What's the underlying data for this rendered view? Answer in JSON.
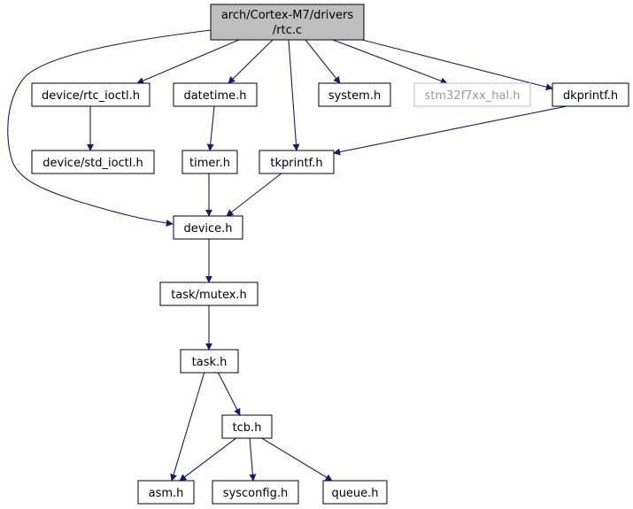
{
  "graph": {
    "root": {
      "line1": "arch/Cortex-M7/drivers",
      "line2": "/rtc.c",
      "fill": "#bfbfbf"
    },
    "nodes": {
      "rtc_ioctl": "device/rtc_ioctl.h",
      "datetime": "datetime.h",
      "system": "system.h",
      "stm32": "stm32f7xx_hal.h",
      "dkprintf": "dkprintf.h",
      "std_ioctl": "device/std_ioctl.h",
      "timer": "timer.h",
      "tkprintf": "tkprintf.h",
      "device": "device.h",
      "mutex": "task/mutex.h",
      "task": "task.h",
      "tcb": "tcb.h",
      "asm": "asm.h",
      "sysconfig": "sysconfig.h",
      "queue": "queue.h"
    },
    "colors": {
      "edge": "#191970",
      "border": "#000000",
      "missing_border": "#bfbfbf"
    }
  }
}
